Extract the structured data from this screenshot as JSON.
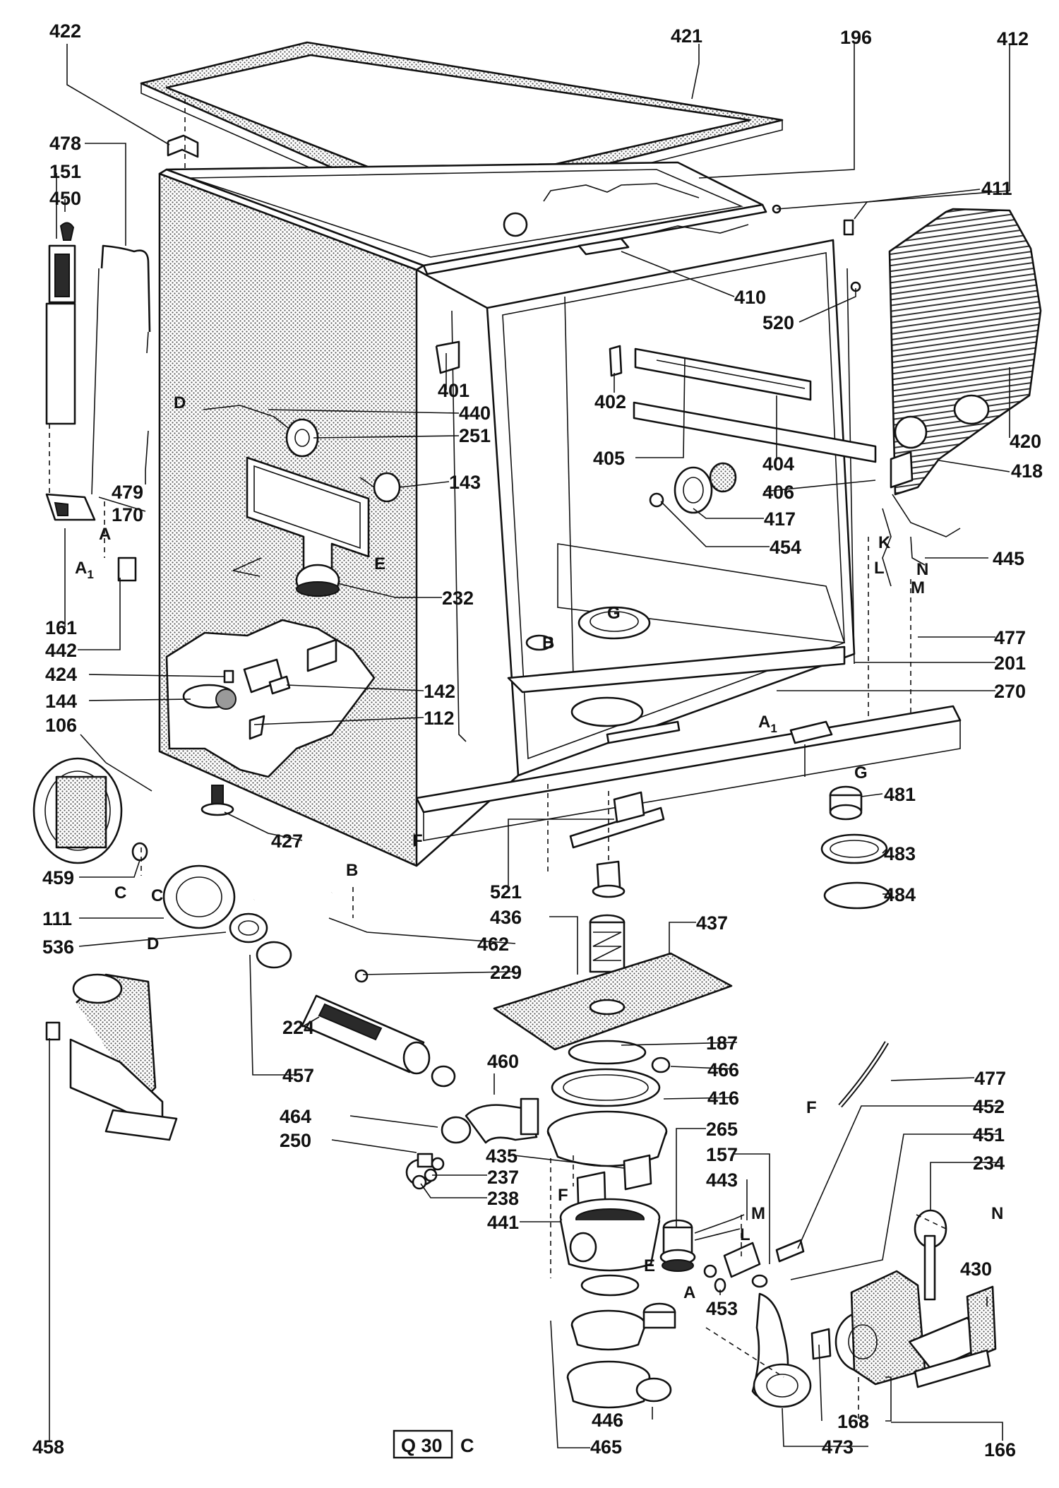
{
  "diagram": {
    "callouts": [
      "422",
      "421",
      "196",
      "412",
      "478",
      "151",
      "450",
      "411",
      "410",
      "520",
      "401",
      "402",
      "440",
      "251",
      "405",
      "404",
      "420",
      "418",
      "143",
      "479",
      "170",
      "406",
      "417",
      "454",
      "445",
      "232",
      "477",
      "201",
      "270",
      "161",
      "442",
      "424",
      "142",
      "144",
      "112",
      "106",
      "427",
      "481",
      "483",
      "484",
      "459",
      "111",
      "536",
      "462",
      "521",
      "436",
      "437",
      "229",
      "224",
      "457",
      "187",
      "466",
      "460",
      "416",
      "477",
      "464",
      "452",
      "250",
      "265",
      "157",
      "451",
      "234",
      "435",
      "237",
      "238",
      "443",
      "441",
      "453",
      "430",
      "446",
      "168",
      "458",
      "465",
      "473",
      "166"
    ],
    "letters": [
      "D",
      "E",
      "A",
      "A1",
      "B",
      "G",
      "K",
      "N",
      "M",
      "L",
      "C",
      "F",
      "A1",
      "B",
      "C",
      "D",
      "G",
      "F",
      "M",
      "L",
      "E",
      "A",
      "N",
      "F"
    ],
    "catalogue_code": "Q 30",
    "catalogue_suffix": "C"
  }
}
